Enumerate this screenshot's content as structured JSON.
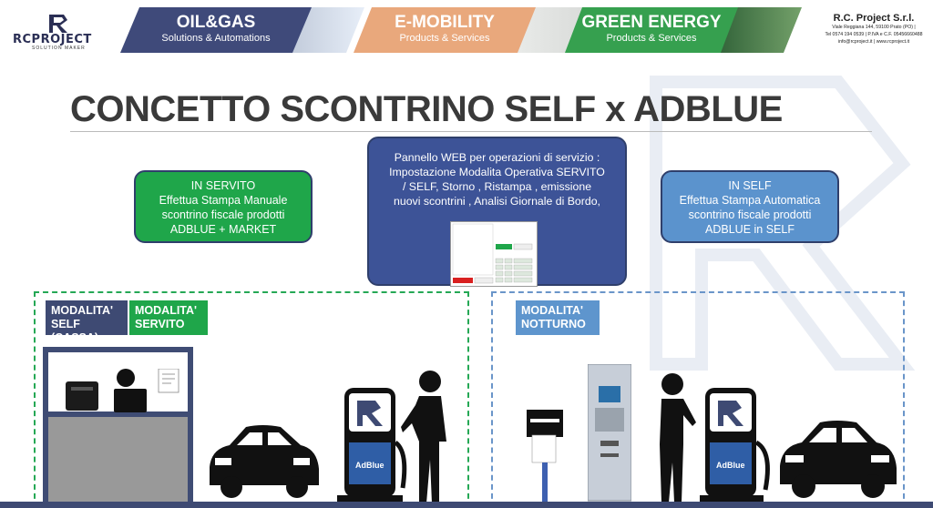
{
  "header": {
    "logo_text": "RCPROJECT",
    "logo_sub": "SOLUTION MAKER",
    "bands": [
      {
        "title": "OIL&GAS",
        "subtitle": "Solutions & Automations"
      },
      {
        "title": "E-MOBILITY",
        "subtitle": "Products & Services"
      },
      {
        "title": "GREEN ENERGY",
        "subtitle": "Products & Services"
      }
    ],
    "company": {
      "name": "R.C. Project S.r.l.",
      "line1": "Viale Reggiana 144, 59100 Prato (PO) |",
      "line2": "Tel 0574 194 0539 | P.IVA e C.F. 05456660488",
      "line3": "info@rcproject.it | www.rcproject.it"
    }
  },
  "title": "CONCETTO SCONTRINO SELF x ADBLUE",
  "boxes": {
    "servito": [
      "IN SERVITO",
      "Effettua Stampa Manuale",
      "scontrino fiscale prodotti",
      "ADBLUE + MARKET"
    ],
    "web": [
      "Pannello WEB per operazioni di servizio :",
      "Impostazione Modalita Operativa SERVITO",
      "/ SELF,  Storno , Ristampa , emissione",
      "nuovi scontrini , Analisi Giornale di Bordo,"
    ],
    "self": [
      "IN SELF",
      "Effettua Stampa Automatica",
      "scontrino fiscale prodotti",
      "ADBLUE in SELF"
    ]
  },
  "tags": {
    "self_cassa": [
      "MODALITA'",
      "SELF (CASSA)"
    ],
    "servito": [
      "MODALITA'",
      "SERVITO"
    ],
    "notturno": [
      "MODALITA'",
      "NOTTURNO"
    ]
  },
  "dispenser_label": "AdBlue",
  "colors": {
    "green": "#1fa64a",
    "blue": "#5b93cd",
    "navy": "#3e4a73",
    "web_panel": "#3d5397"
  }
}
